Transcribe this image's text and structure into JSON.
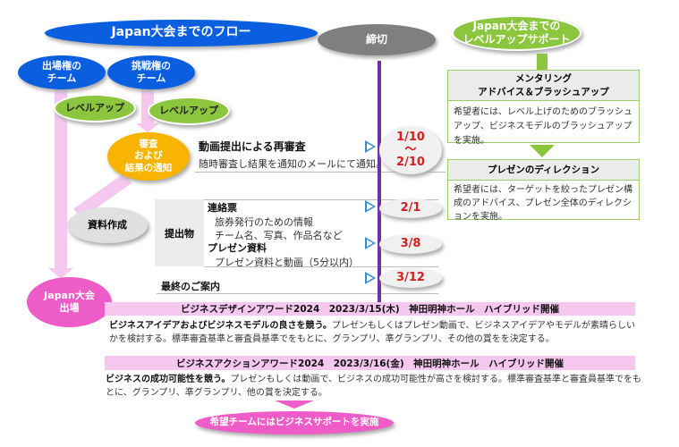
{
  "flow_title": "Japan大会までのフロー",
  "deadline_title": "締切",
  "support_title": [
    "Japan大会までの",
    "レベルアップサポート"
  ],
  "teams": {
    "qualified": [
      "出場権の",
      "チーム"
    ],
    "challenger": [
      "挑戦権の",
      "チーム"
    ]
  },
  "levelup": "レベルアップ",
  "review": [
    "審査",
    "および",
    "結果の通知"
  ],
  "video_review": {
    "title": "動画提出による再審査",
    "desc": "随時審査し結果を通知のメールにて通知。"
  },
  "materials": "資料作成",
  "submissions": {
    "label": "提出物",
    "item1": "連絡票",
    "item1_a": "旅券発行のための情報",
    "item1_b": "チーム名、写真、作品名など",
    "item2": "プレゼン資料",
    "item2_a": "プレゼン資料と動画（5分以内）"
  },
  "final_notice": "最終のご案内",
  "dates": {
    "d1": "1/10",
    "tilde": "～",
    "d2": "2/10",
    "d3": "2/1",
    "d4": "3/8",
    "d5": "3/12"
  },
  "participate": [
    "Japan大会",
    "出場"
  ],
  "award1": {
    "title": "ビジネスデザインアワード2024　2023/3/15(木)　神田明神ホール　ハイブリッド開催",
    "lead": "ビジネスアイデアおよびビジネスモデルの良さを競う。",
    "desc": "プレゼンもしくはプレゼン動画で、ビジネスアイデアやモデルが素晴らしいかを検討する。標準審査基準と審査員基準でをもとに、グランプリ、準グランプリ、その他の賞をを決定する。"
  },
  "award2": {
    "title": "ビジネスアクションアワード2024　2023/3/16(金)　神田明神ホール　ハイブリッド開催",
    "lead": "ビジネスの成功可能性を競う。",
    "desc": "プレゼンもしくは動画で、ビジネスの成功可能性が高さを検討する。標準審査基準と審査員基準でをもとに、グランプリ、準グランプリ、他の賞を決定する。"
  },
  "business_support": "希望チームにはビジネスサポートを実施",
  "support": {
    "mentoring": {
      "title": [
        "メンタリング",
        "アドバイス＆ブラッシュアップ"
      ],
      "desc": "希望者には、レベル上げのためのブラッシュアップ、ビジネスモデルのブラッシュアップを実施。"
    },
    "direction": {
      "title": "プレゼンのディレクション",
      "desc": "希望者には、ターゲットを絞ったプレゼン構成のアドバイス、プレゼン全体のディレクションを実施。"
    }
  },
  "colors": {
    "blue": "#0a5fe0",
    "green": "#8cc63f",
    "purple": "#7030a0",
    "pink": "#f6c8f0",
    "orange": "#f8b400",
    "magenta": "#ee5cc8",
    "red": "#d32020"
  }
}
